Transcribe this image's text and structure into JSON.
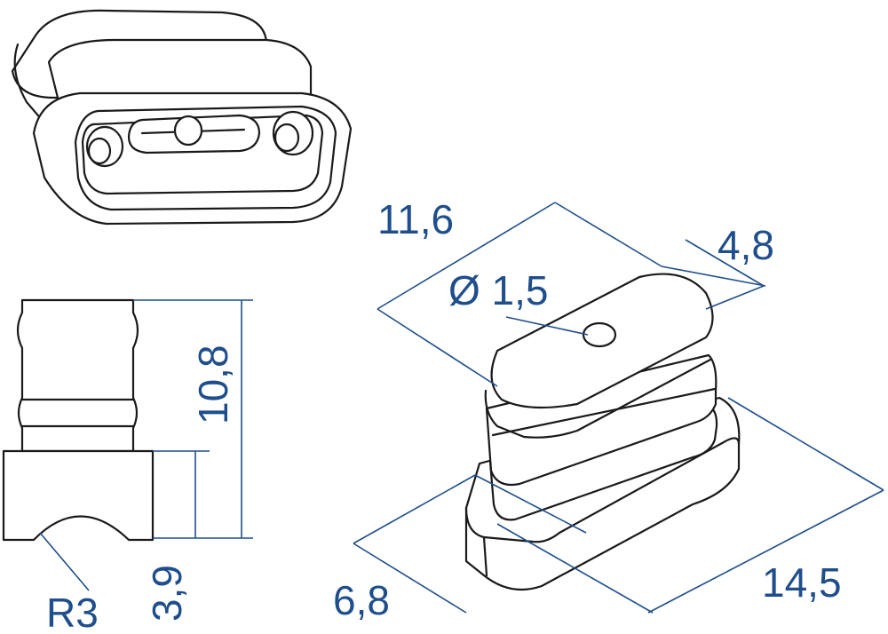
{
  "colors": {
    "dimension": "#1f4e8c",
    "outline": "#1a1a1a",
    "background": "#ffffff"
  },
  "dimensions": {
    "side_height": "10,8",
    "base_height": "3,9",
    "radius": "R3",
    "length_top": "11,6",
    "width_top": "4,8",
    "hole_diameter": "Ø 1,5",
    "width_base": "6,8",
    "length_base": "14,5"
  }
}
